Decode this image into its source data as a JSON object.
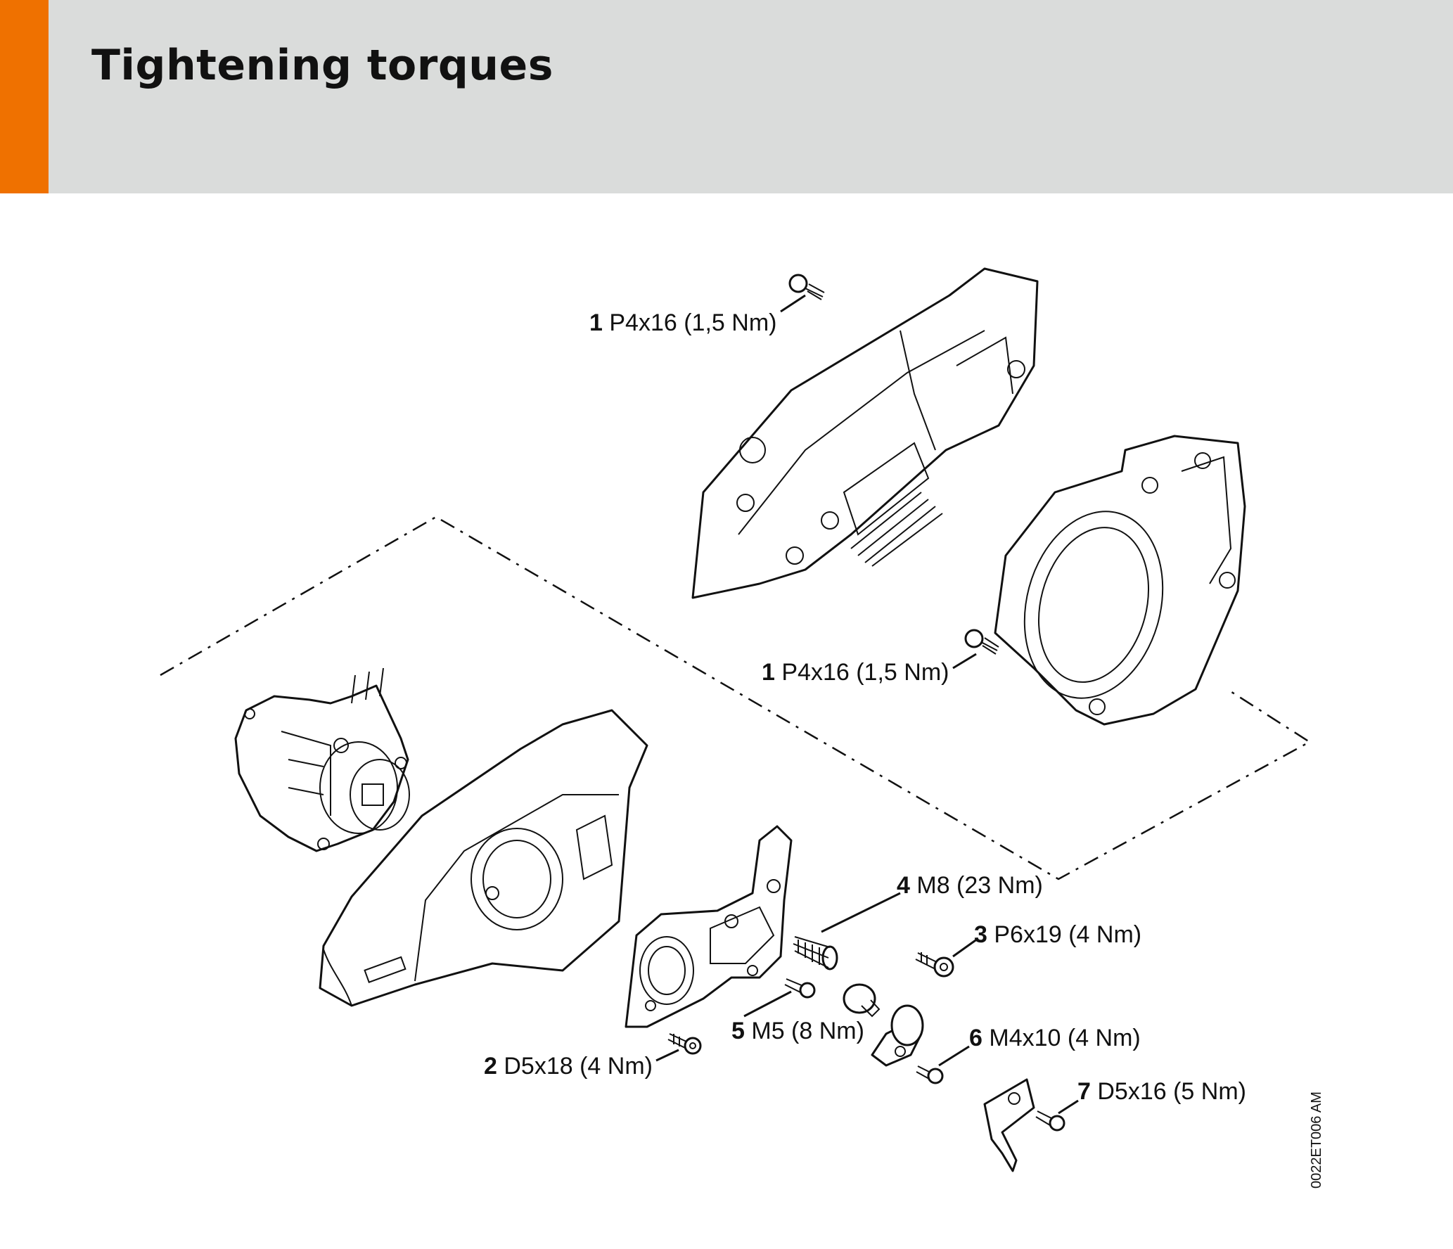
{
  "header": {
    "title": "Tightening torques",
    "accent_color": "#ef7100",
    "background_color": "#dadcdb"
  },
  "callouts": [
    {
      "id": "1a",
      "number": "1",
      "text": "P4x16 (1,5 Nm)"
    },
    {
      "id": "1b",
      "number": "1",
      "text": "P4x16 (1,5 Nm)"
    },
    {
      "id": "4",
      "number": "4",
      "text": "M8 (23 Nm)"
    },
    {
      "id": "3",
      "number": "3",
      "text": "P6x19 (4 Nm)"
    },
    {
      "id": "5",
      "number": "5",
      "text": "M5 (8 Nm)"
    },
    {
      "id": "6",
      "number": "6",
      "text": "M4x10 (4 Nm)"
    },
    {
      "id": "2",
      "number": "2",
      "text": "D5x18 (4 Nm)"
    },
    {
      "id": "7",
      "number": "7",
      "text": "D5x16 (5 Nm)"
    }
  ],
  "drawing_code": "0022ET006 AM"
}
